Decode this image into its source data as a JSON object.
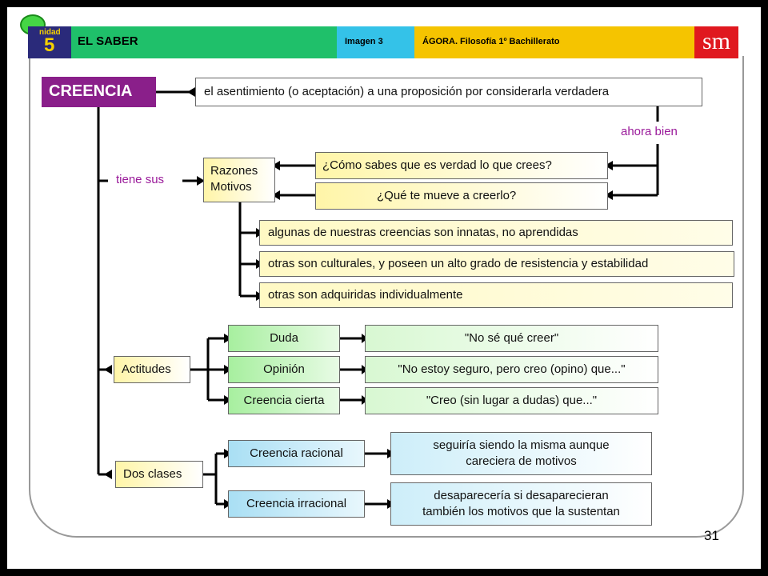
{
  "header": {
    "unit_label": "nidad",
    "unit_number": "5",
    "section_title": "EL SABER",
    "image_label": "Imagen 3",
    "subtitle": "ÁGORA. Filosofía 1º Bachillerato",
    "logo": "sm"
  },
  "diagram": {
    "title": "CREENCIA",
    "definition": "el asentimiento (o aceptación) a una proposición por considerarla verdadera",
    "connector_ahora_bien": "ahora bien",
    "connector_tiene_sus": "tiene sus",
    "razones": "Razones\nMotivos",
    "question_1": "¿Cómo sabes que es verdad lo que crees?",
    "question_2": "¿Qué te mueve a creerlo?",
    "origins": [
      "algunas de nuestras creencias son innatas, no aprendidas",
      "otras son culturales, y poseen un alto grado de resistencia y estabilidad",
      "otras son adquiridas individualmente"
    ],
    "actitudes_label": "Actitudes",
    "actitudes": [
      {
        "name": "Duda",
        "quote": "\"No sé qué creer\""
      },
      {
        "name": "Opinión",
        "quote": "\"No estoy seguro, pero creo (opino) que...\""
      },
      {
        "name": "Creencia cierta",
        "quote": "\"Creo (sin lugar a dudas) que...\""
      }
    ],
    "clases_label": "Dos clases",
    "clases": [
      {
        "name": "Creencia racional",
        "desc": "seguiría siendo la misma aunque\ncareciera de motivos"
      },
      {
        "name": "Creencia irracional",
        "desc": "desaparecería si desaparecieran\ntambién los motivos que la sustentan"
      }
    ]
  },
  "page_number": "31",
  "colors": {
    "title_purple": "#8a1f8a",
    "header_green": "#1fc06a",
    "header_blue": "#34c2e8",
    "header_yellow": "#f5c400",
    "logo_red": "#e0181f",
    "box_green": "#a7ef9f",
    "box_blue": "#a9dff4",
    "box_yellow": "#fff5a8"
  }
}
